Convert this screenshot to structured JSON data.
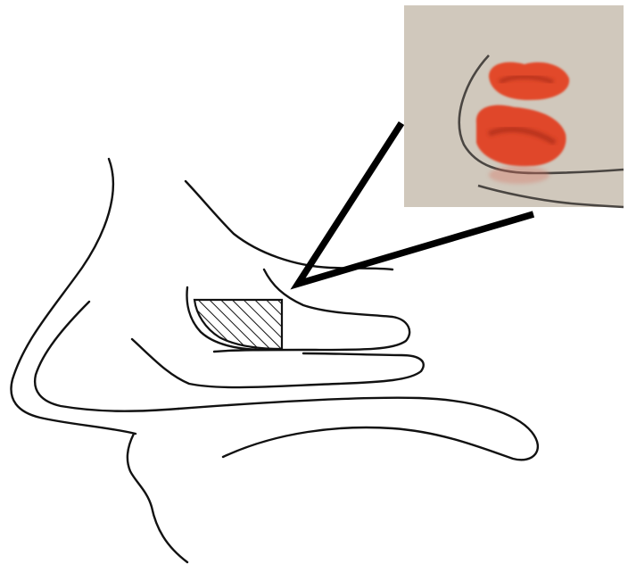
{
  "diagram": {
    "subject": "nasal-anatomy-sketch",
    "highlight": "hatched-region",
    "callout": "tissue-specimen-photo",
    "colors": {
      "ink": "#111111",
      "photo_background": "#d4ccc2",
      "specimen": "#e24a2a",
      "specimen_dark": "#b8331d"
    }
  }
}
